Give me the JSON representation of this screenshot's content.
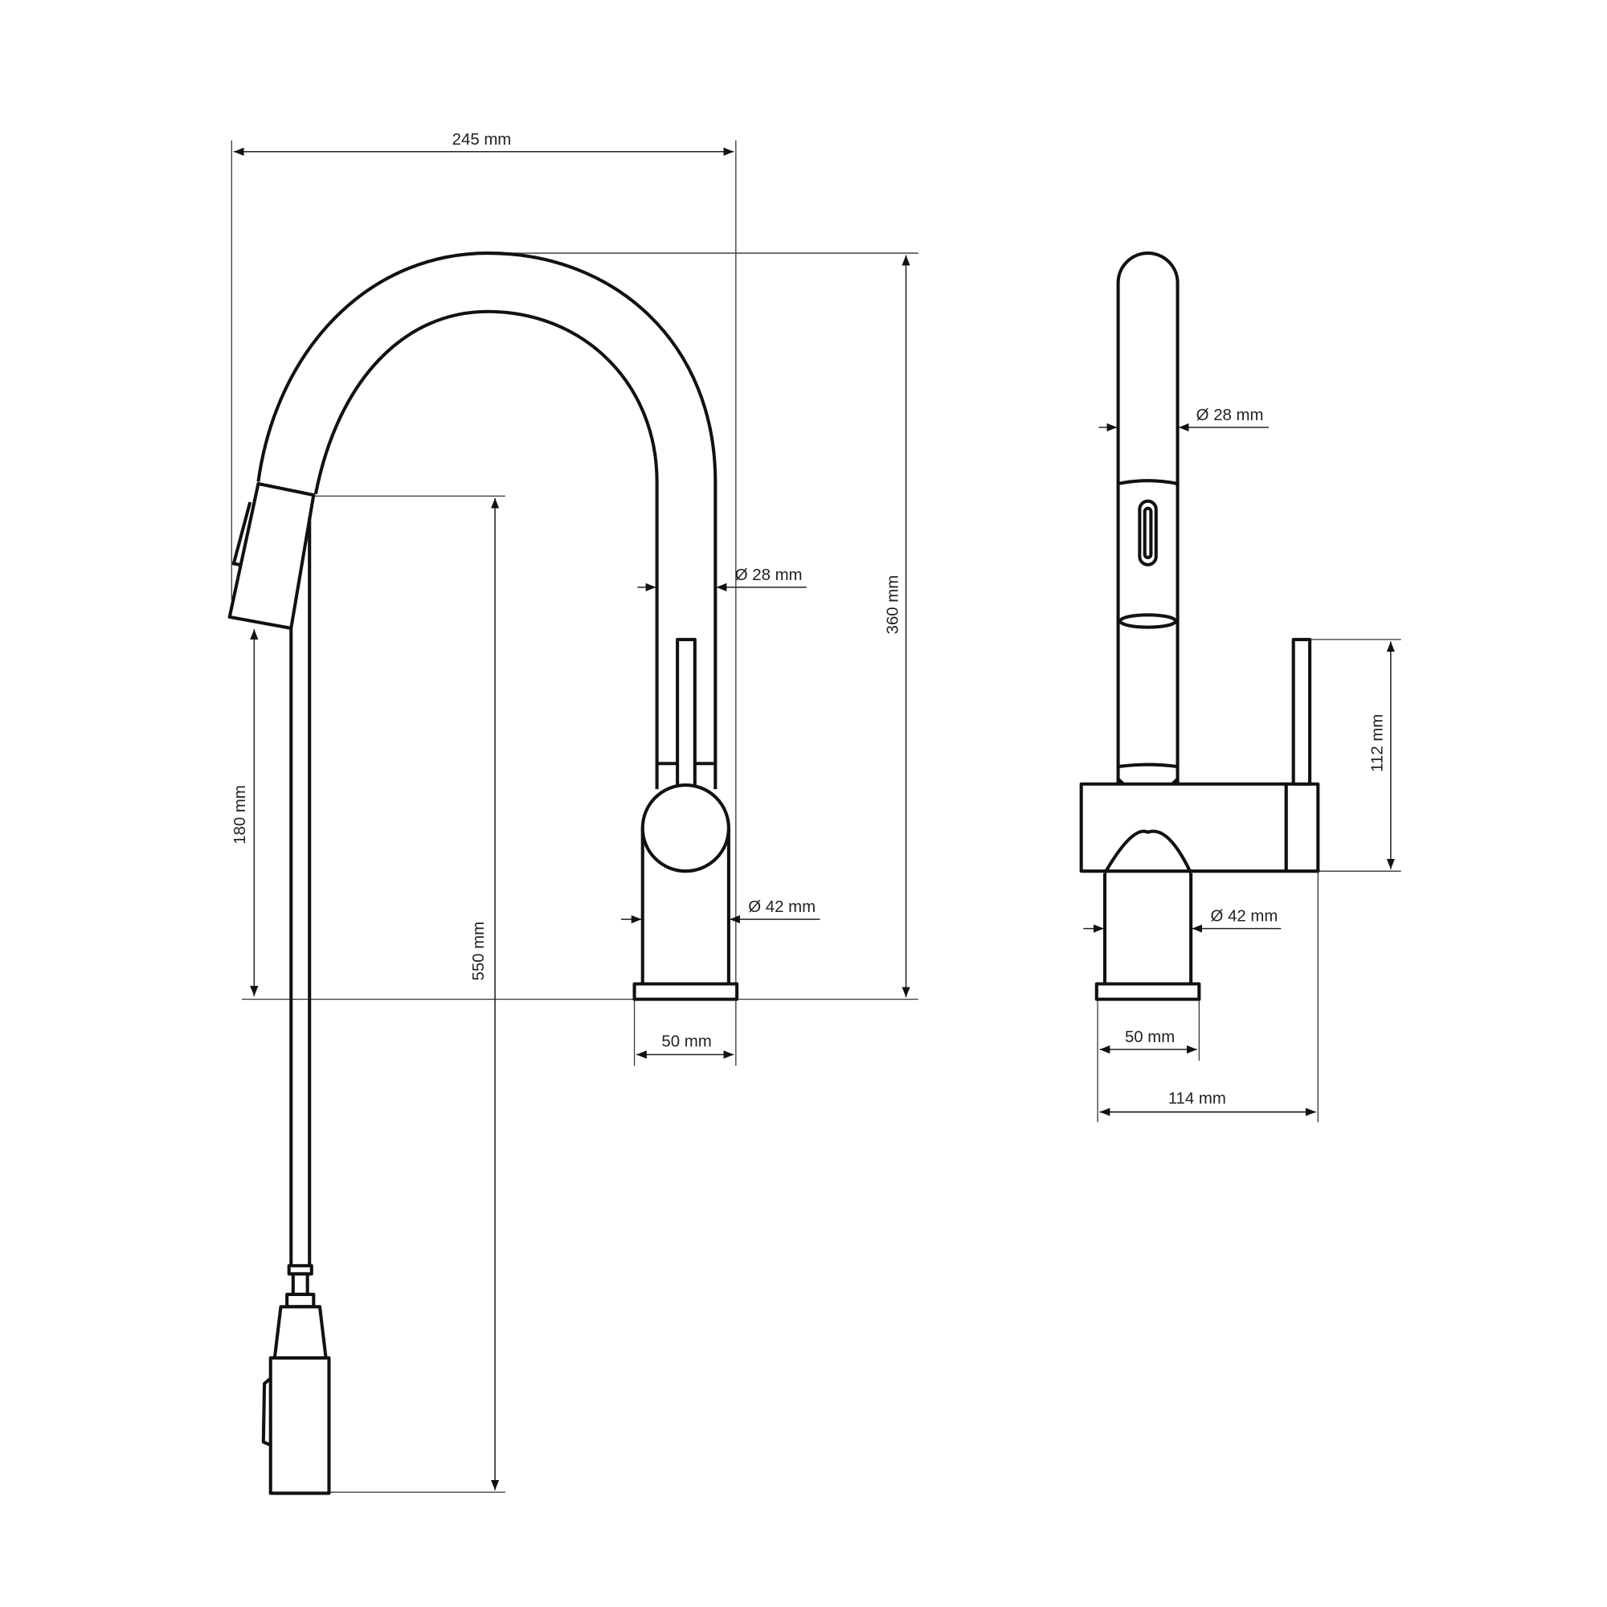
{
  "side_view": {
    "width_label": "245 mm",
    "height_label": "360 mm",
    "spray_head_height_label": "180 mm",
    "hose_length_label": "550 mm",
    "spout_diameter_label": "Ø 28 mm",
    "body_diameter_label": "Ø 42 mm",
    "base_width_label": "50 mm"
  },
  "front_view": {
    "spout_diameter_label": "Ø 28 mm",
    "body_diameter_label": "Ø 42 mm",
    "base_width_label": "50 mm",
    "total_width_label": "114 mm",
    "lever_height_label": "112 mm"
  },
  "colors": {
    "line": "#111111",
    "background": "#ffffff"
  }
}
